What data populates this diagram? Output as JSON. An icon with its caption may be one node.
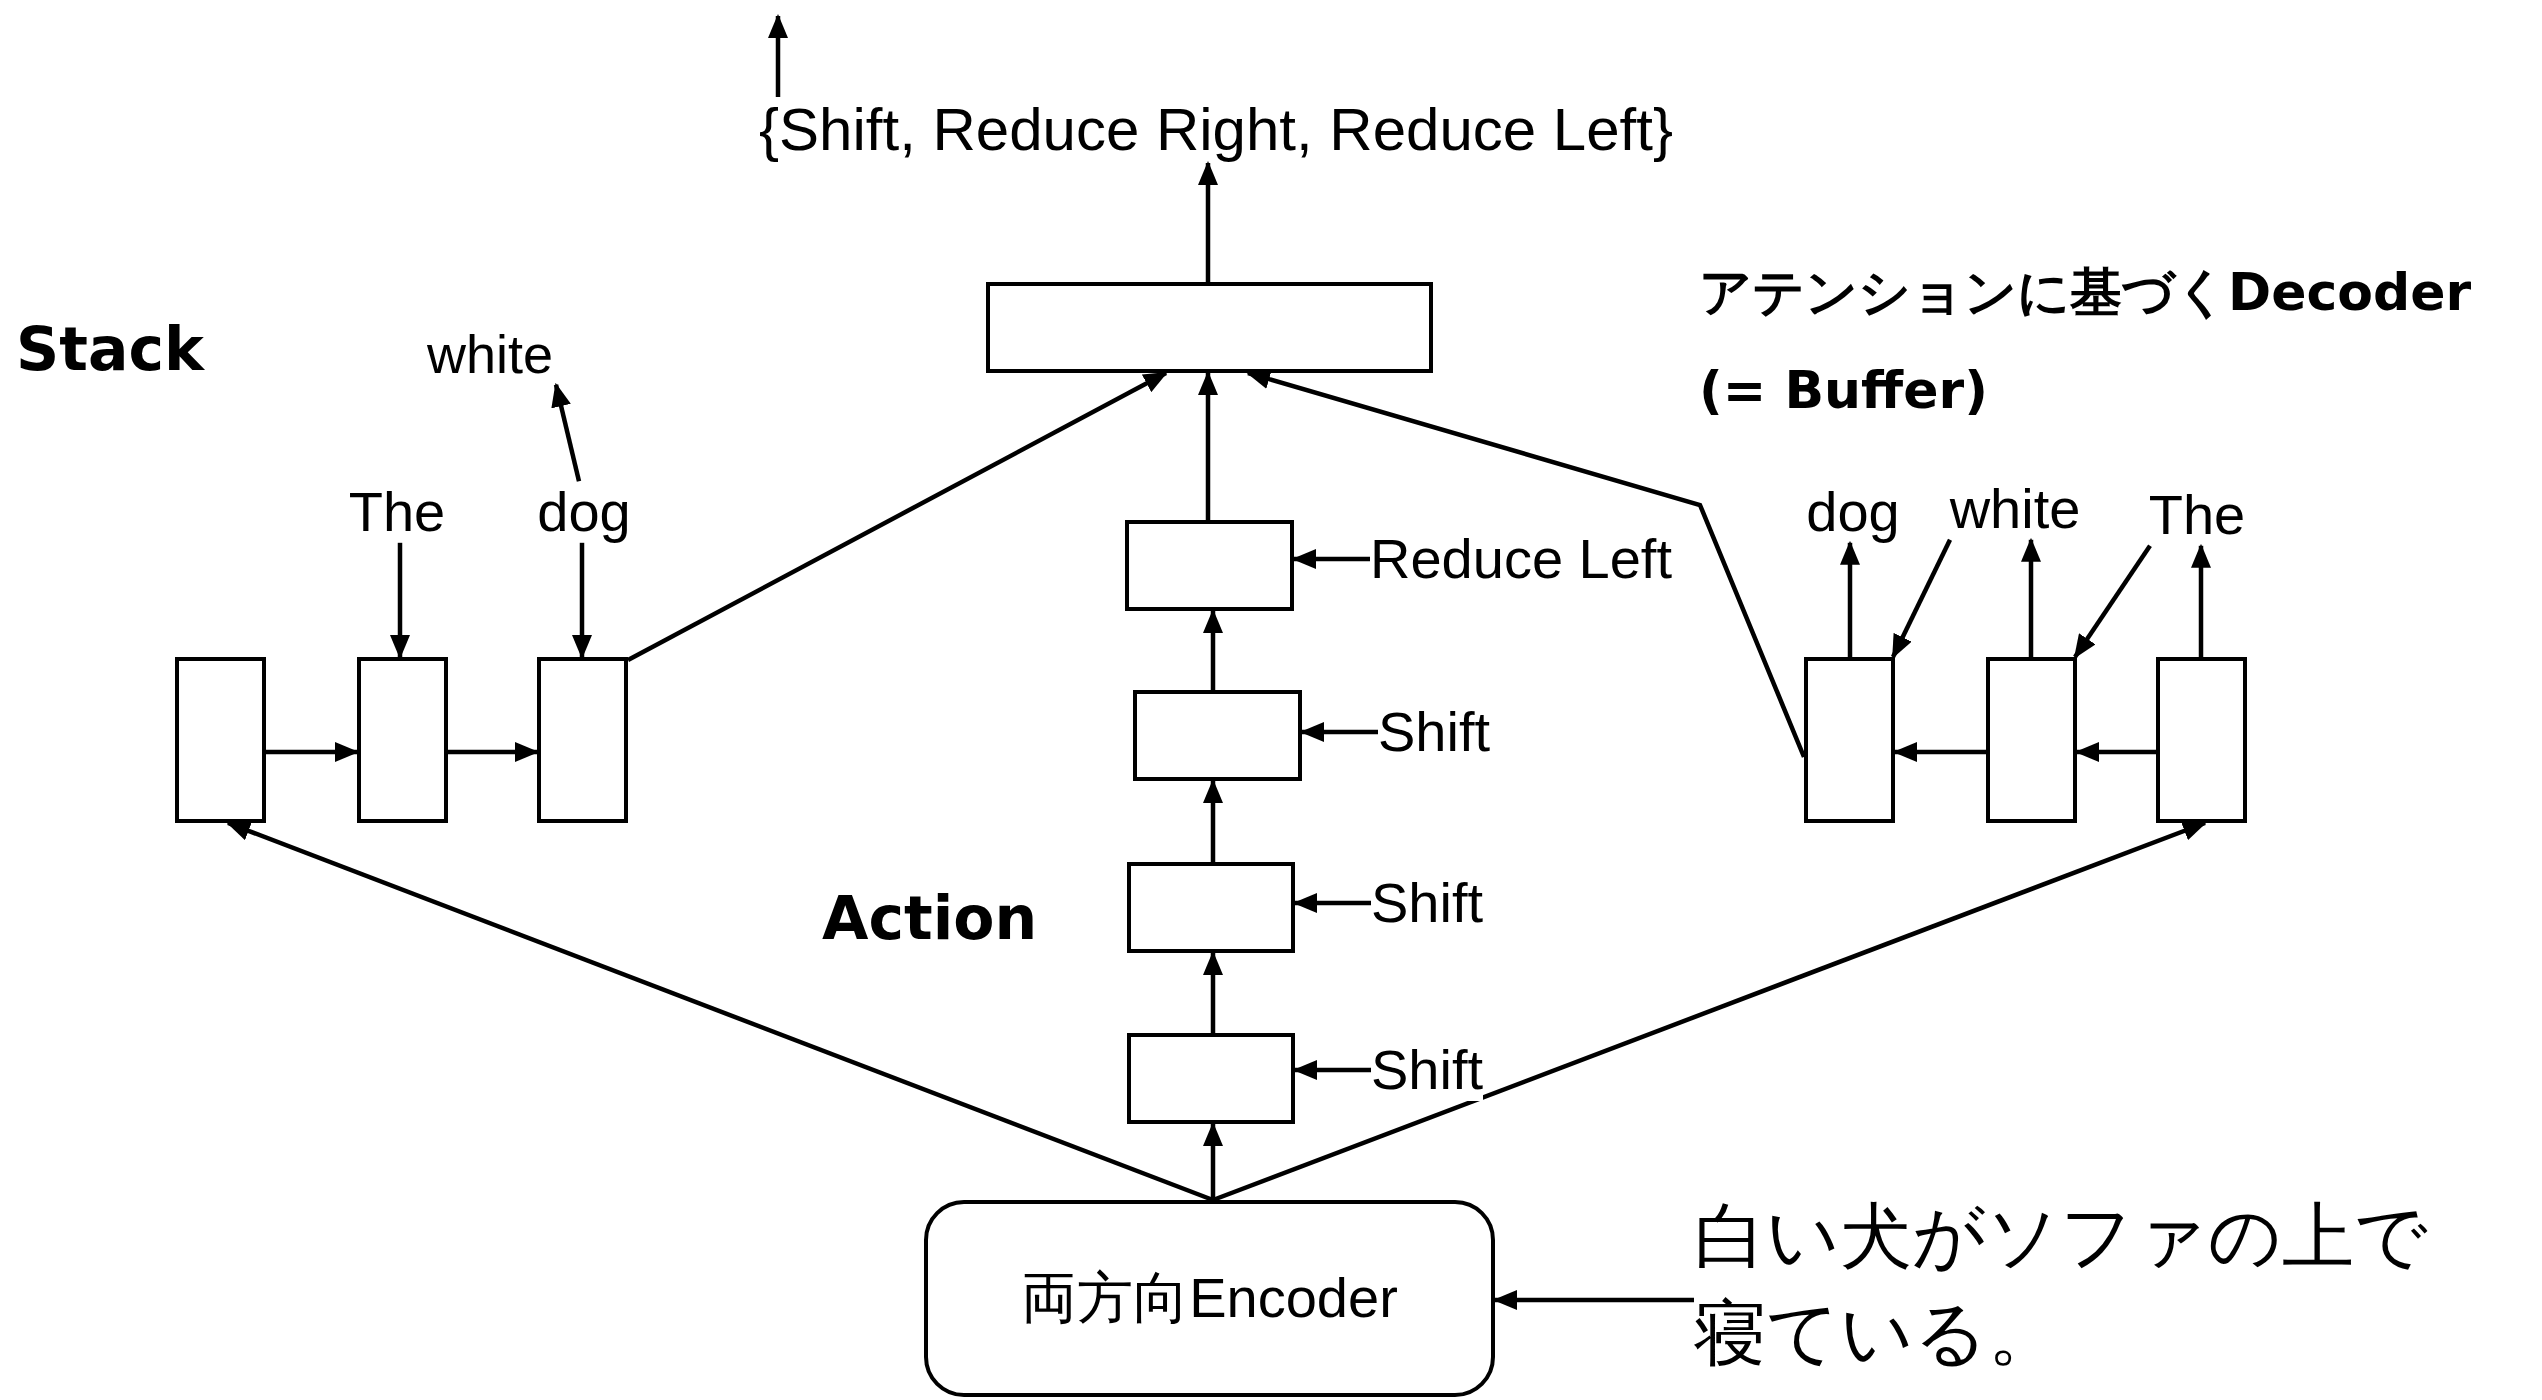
{
  "diagram": {
    "nodes": [
      {
        "text": [
          "{Shift, Reduce Right, Reduce Left}"
        ]
      },
      {
        "text": [],
        "shape": "box"
      },
      {
        "text": [
          "white"
        ]
      },
      {
        "text": [
          "The"
        ]
      },
      {
        "text": [
          "dog"
        ]
      },
      {
        "text": [
          "Reduce Left"
        ]
      },
      {
        "text": [
          "dog"
        ]
      },
      {
        "text": [
          "white"
        ]
      },
      {
        "text": [
          "The"
        ]
      },
      {
        "text": [],
        "shape": "box"
      },
      {
        "text": [],
        "shape": "box"
      },
      {
        "text": [],
        "shape": "box"
      },
      {
        "text": [],
        "shape": "box"
      },
      {
        "text": [],
        "shape": "box"
      },
      {
        "text": [
          "Shift"
        ]
      },
      {
        "text": [],
        "shape": "box"
      },
      {
        "text": [],
        "shape": "box"
      },
      {
        "text": [],
        "shape": "box"
      },
      {
        "text": [],
        "shape": "box"
      },
      {
        "text": [
          "Shift"
        ]
      },
      {
        "text": [],
        "shape": "box"
      },
      {
        "text": [
          "Shift"
        ]
      },
      {
        "text": [
          "両方向Encoder"
        ]
      },
      {
        "text": [
          "白い犬がソファの上で寝ている。"
        ]
      }
    ],
    "edges": [
      {
        "from": 0,
        "to": null,
        "arrow": "to"
      },
      {
        "from": 1,
        "to": 0,
        "arrow": "to"
      },
      {
        "from": 11,
        "to": 1,
        "arrow": "to"
      },
      {
        "from": 12,
        "to": 1,
        "arrow": "to"
      },
      {
        "from": 15,
        "to": 1,
        "arrow": "to"
      },
      {
        "from": 3,
        "to": 10,
        "arrow": "to"
      },
      {
        "from": 4,
        "to": 11,
        "arrow": "to"
      },
      {
        "from": 4,
        "to": 2,
        "arrow": "to"
      },
      {
        "from": 9,
        "to": 10,
        "arrow": "to"
      },
      {
        "from": 10,
        "to": 11,
        "arrow": "to"
      },
      {
        "from": 5,
        "to": 12,
        "arrow": "to"
      },
      {
        "from": 15,
        "to": 6,
        "arrow": "to"
      },
      {
        "from": 16,
        "to": 7,
        "arrow": "to"
      },
      {
        "from": 17,
        "to": 8,
        "arrow": "to"
      },
      {
        "from": 7,
        "to": 15,
        "arrow": "to"
      },
      {
        "from": 8,
        "to": 16,
        "arrow": "to"
      },
      {
        "from": 17,
        "to": 16,
        "arrow": "to"
      },
      {
        "from": 16,
        "to": 15,
        "arrow": "to"
      },
      {
        "from": 13,
        "to": 12,
        "arrow": "to"
      },
      {
        "from": 14,
        "to": 13,
        "arrow": "to"
      },
      {
        "from": 18,
        "to": 13,
        "arrow": "to"
      },
      {
        "from": 19,
        "to": 18,
        "arrow": "to"
      },
      {
        "from": 20,
        "to": 18,
        "arrow": "to"
      },
      {
        "from": 21,
        "to": 20,
        "arrow": "to"
      },
      {
        "from": 22,
        "to": 20,
        "arrow": "to"
      },
      {
        "from": 22,
        "to": 9,
        "arrow": "to"
      },
      {
        "from": 22,
        "to": 17,
        "arrow": "to"
      },
      {
        "from": 23,
        "to": 22,
        "arrow": "to"
      }
    ],
    "labels": [
      "Stack",
      "アテンションに基づくDecoder",
      "(= Buffer)",
      "Action"
    ]
  }
}
